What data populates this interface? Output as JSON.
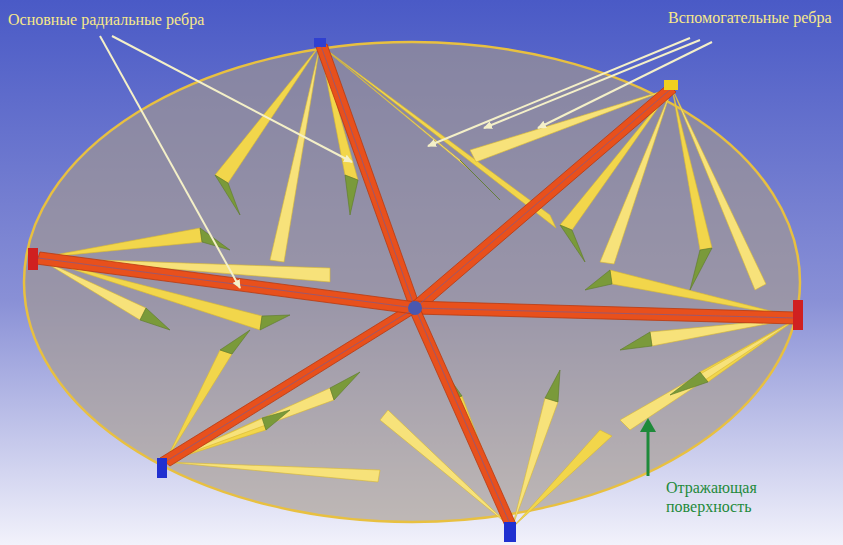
{
  "diagram": {
    "labels": [
      "Основные радиальные ребра",
      "Вспомогательные ребра",
      "Отражающая поверхность"
    ]
  }
}
